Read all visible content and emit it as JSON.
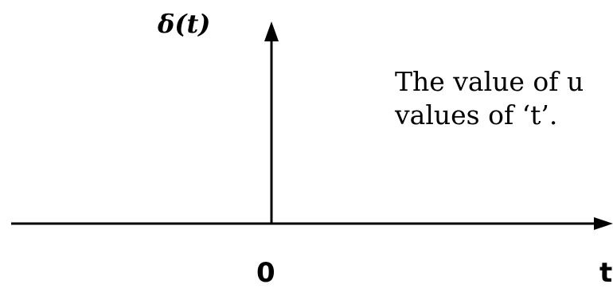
{
  "diagram": {
    "y_axis_label": "δ(t)",
    "origin_label": "0",
    "x_axis_label": "t",
    "description_line_1": "The value of u",
    "description_line_2": "values of ‘t’.",
    "colors": {
      "ink": "#000000",
      "background": "#ffffff"
    }
  }
}
